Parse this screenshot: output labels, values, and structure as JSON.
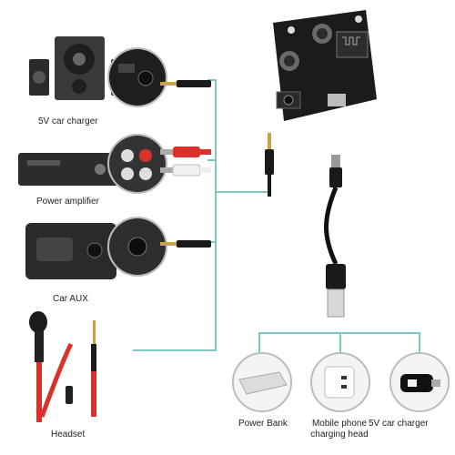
{
  "left_labels": {
    "speaker": "5V car charger",
    "amplifier": "Power amplifier",
    "car_aux": "Car AUX",
    "headset": "Headset"
  },
  "bottom_labels": {
    "power_bank": "Power Bank",
    "phone_charger_line1": "Mobile phone",
    "phone_charger_line2": "charging head",
    "car_charger": "5V car charger"
  },
  "colors": {
    "connector_line": "#7fc8c0",
    "board_pcb": "#1b1b1b",
    "cable_red": "#d8322b",
    "plug_gold": "#c9a34a"
  }
}
